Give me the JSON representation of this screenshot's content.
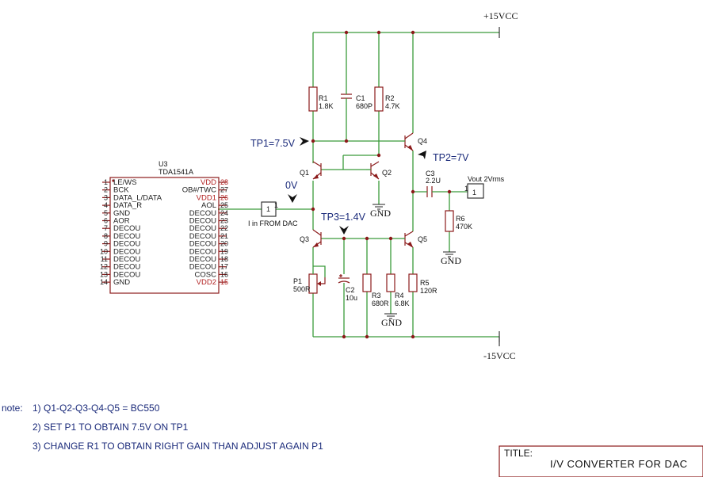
{
  "power": {
    "vcc_pos": "+15VCC",
    "vcc_neg": "-15VCC",
    "gnd": "GND"
  },
  "ic": {
    "ref": "U3",
    "name": "TDA1541A",
    "left_pins": [
      {
        "num": "1",
        "name": "LE/WS"
      },
      {
        "num": "2",
        "name": "BCK"
      },
      {
        "num": "3",
        "name": "DATA_L/DATA"
      },
      {
        "num": "4",
        "name": "DATA_R"
      },
      {
        "num": "5",
        "name": "GND"
      },
      {
        "num": "6",
        "name": "AOR"
      },
      {
        "num": "7",
        "name": "DECOU"
      },
      {
        "num": "8",
        "name": "DECOU"
      },
      {
        "num": "9",
        "name": "DECOU"
      },
      {
        "num": "10",
        "name": "DECOU"
      },
      {
        "num": "11",
        "name": "DECOU"
      },
      {
        "num": "12",
        "name": "DECOU"
      },
      {
        "num": "13",
        "name": "DECOU"
      },
      {
        "num": "14",
        "name": "GND"
      }
    ],
    "right_pins": [
      {
        "num": "28",
        "name": "VDD"
      },
      {
        "num": "27",
        "name": "OB#/TWC"
      },
      {
        "num": "26",
        "name": "VDD1"
      },
      {
        "num": "25",
        "name": "AOL"
      },
      {
        "num": "24",
        "name": "DECOU"
      },
      {
        "num": "23",
        "name": "DECOU"
      },
      {
        "num": "22",
        "name": "DECOU"
      },
      {
        "num": "21",
        "name": "DECOU"
      },
      {
        "num": "20",
        "name": "DECOU"
      },
      {
        "num": "19",
        "name": "DECOU"
      },
      {
        "num": "18",
        "name": "DECOU"
      },
      {
        "num": "17",
        "name": "DECOU"
      },
      {
        "num": "16",
        "name": "COSC"
      },
      {
        "num": "15",
        "name": "VDD2"
      }
    ]
  },
  "components": {
    "r1": {
      "ref": "R1",
      "value": "1.8K"
    },
    "c1": {
      "ref": "C1",
      "value": "680P"
    },
    "r2": {
      "ref": "R2",
      "value": "4.7K"
    },
    "q1": {
      "ref": "Q1"
    },
    "q2": {
      "ref": "Q2"
    },
    "q3": {
      "ref": "Q3"
    },
    "q4": {
      "ref": "Q4"
    },
    "q5": {
      "ref": "Q5"
    },
    "c3": {
      "ref": "C3",
      "value": "2.2U"
    },
    "r6": {
      "ref": "R6",
      "value": "470K"
    },
    "p1": {
      "ref": "P1",
      "value": "500R"
    },
    "c2": {
      "ref": "C2",
      "value": "10u"
    },
    "r3": {
      "ref": "R3",
      "value": "680R"
    },
    "r4": {
      "ref": "R4",
      "value": "6.8K"
    },
    "r5": {
      "ref": "R5",
      "value": "120R"
    }
  },
  "connectors": {
    "input": {
      "pin": "1",
      "label": "I in FROM DAC"
    },
    "output": {
      "pin": "1",
      "label": "Vout 2Vrms"
    }
  },
  "test_points": {
    "tp1": "TP1=7.5V",
    "tp2": "TP2=7V",
    "tp3": "TP3=1.4V",
    "zero": "0V"
  },
  "notes": {
    "label": "note:",
    "lines": [
      "1) Q1-Q2-Q3-Q4-Q5 = BC550",
      "2) SET P1 TO OBTAIN 7.5V ON TP1",
      "3) CHANGE R1 TO OBTAIN RIGHT GAIN THAN ADJUST AGAIN P1"
    ]
  },
  "title_block": {
    "label": "TITLE:",
    "value": "I/V CONVERTER FOR DAC"
  }
}
